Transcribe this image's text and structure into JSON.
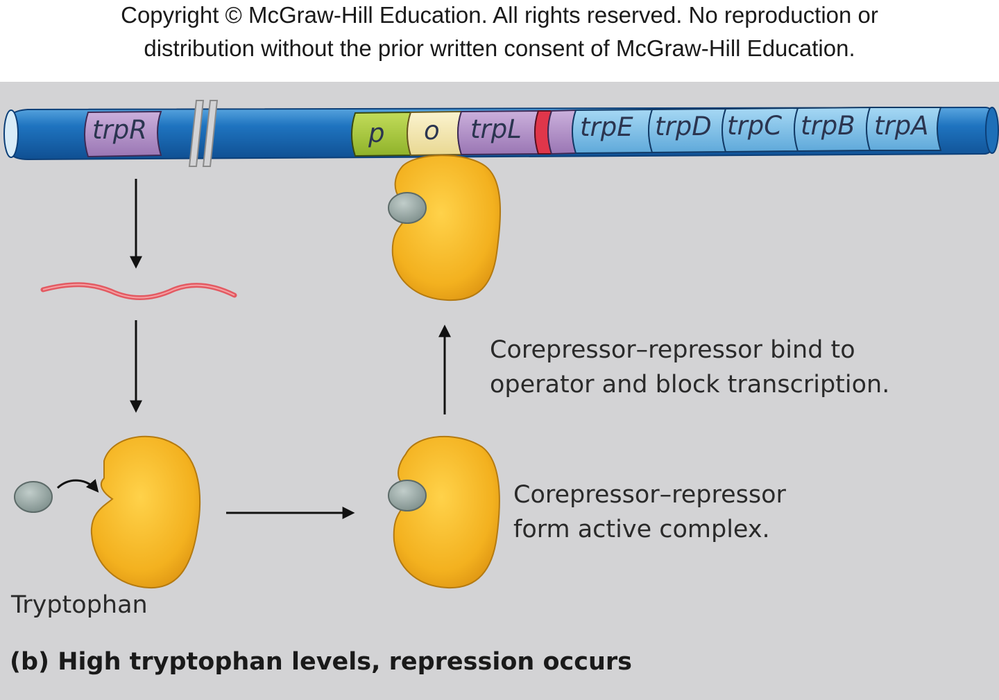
{
  "copyright": {
    "line1": "Copyright © McGraw-Hill Education.  All rights reserved. No reproduction or",
    "line2": "distribution without the prior written consent of McGraw-Hill Education."
  },
  "dna": {
    "regulator_gene": "trpR",
    "operon_segments": [
      "p",
      "o",
      "trpL",
      "trpE",
      "trpD",
      "trpC",
      "trpB",
      "trpA"
    ]
  },
  "labels": {
    "bind_note_line1": "Corepressor–repressor bind to",
    "bind_note_line2": "operator and block transcription.",
    "complex_note_line1": "Corepressor–repressor",
    "complex_note_line2": "form active complex.",
    "tryptophan": "Tryptophan",
    "caption": "(b) High tryptophan levels, repression occurs"
  },
  "colors": {
    "background": "#d3d3d5",
    "dna_blue": "#1e6fb8",
    "gene_purple": "#b08cc4",
    "promoter_green": "#a8c63a",
    "operator_cream": "#f3e7b0",
    "structural_blue": "#7ec2ea",
    "mrna_red": "#e0505a",
    "repressor_orange": "#f2b01e",
    "tryptophan_gray": "#93a3a0"
  }
}
